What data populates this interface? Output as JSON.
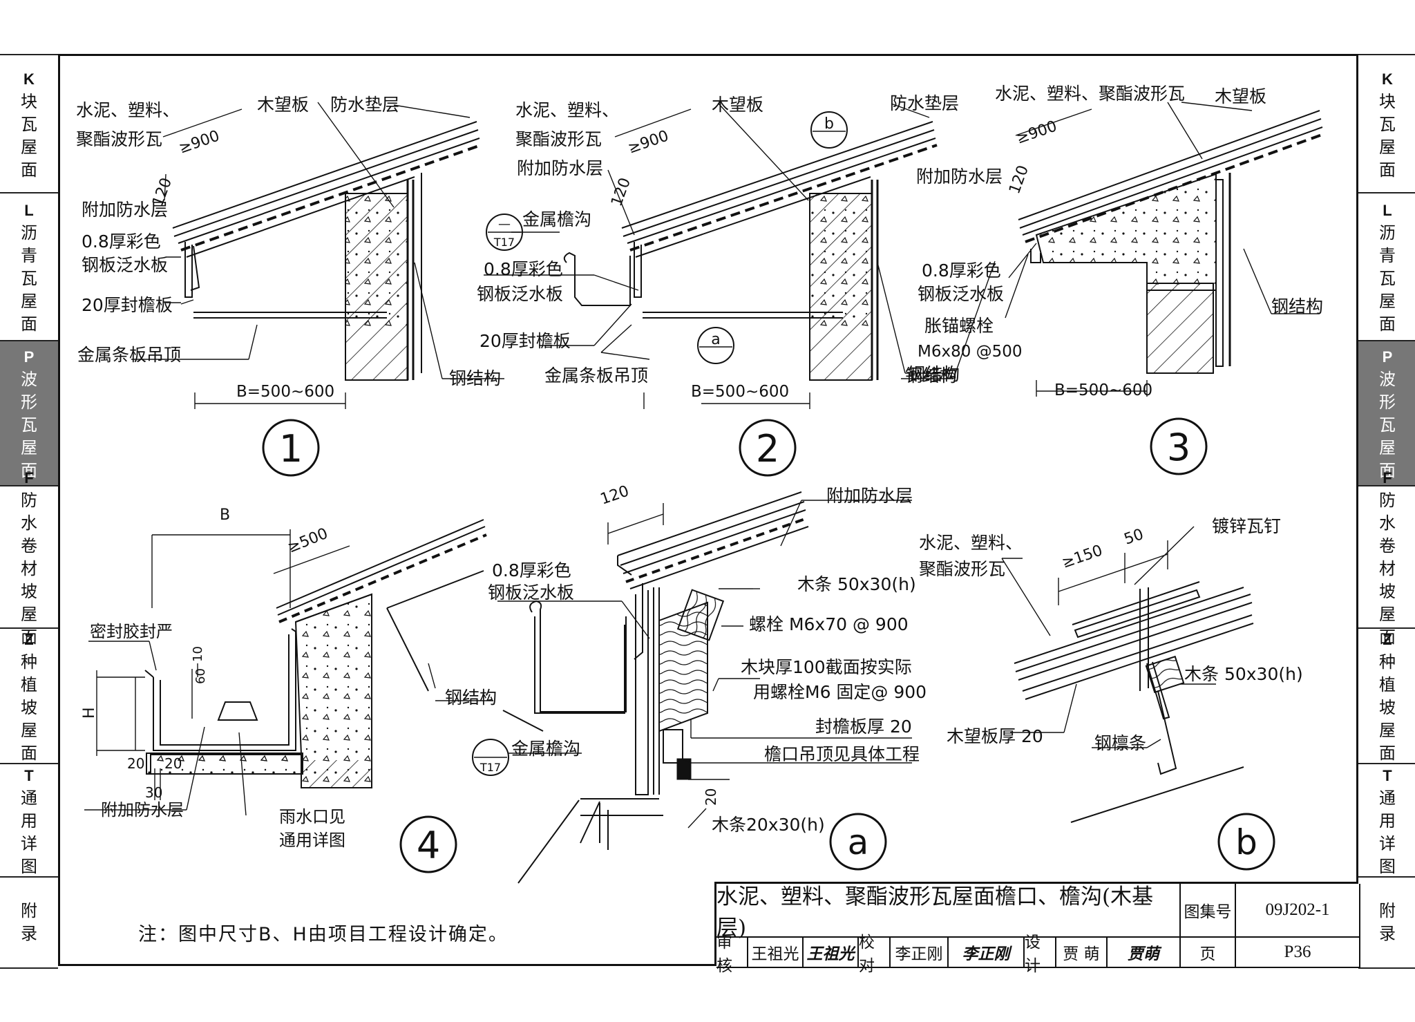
{
  "nav": [
    {
      "code": "K",
      "label": "块瓦屋面"
    },
    {
      "code": "L",
      "label": "沥青瓦屋面"
    },
    {
      "code": "P",
      "label": "波形瓦屋面"
    },
    {
      "code": "F",
      "label": "防水卷材坡屋面"
    },
    {
      "code": "Z",
      "label": "种植坡屋面"
    },
    {
      "code": "T",
      "label": "通用详图"
    },
    {
      "code": "",
      "label": "附录"
    }
  ],
  "details": {
    "d1": {
      "number": "1",
      "tile": "水泥、塑料、",
      "tile2": "聚酯波形瓦",
      "board": "木望板",
      "underlay": "防水垫层",
      "dim_overlap": "≥900",
      "dim_120": "120",
      "extra_layer": "附加防水层",
      "flashing": "0.8厚彩色",
      "flashing2": "钢板泛水板",
      "fascia": "20厚封檐板",
      "ceiling": "金属条板吊顶",
      "steel": "钢结构",
      "dim_b": "B=500~600"
    },
    "d2": {
      "number": "2",
      "tile": "水泥、塑料、",
      "tile2": "聚酯波形瓦",
      "board": "木望板",
      "underlay": "防水垫层",
      "dim_overlap": "≥900",
      "dim_120": "120",
      "extra_layer": "附加防水层",
      "gutter": "金属檐沟",
      "flashing": "0.8厚彩色",
      "flashing2": "钢板泛水板",
      "fascia": "20厚封檐板",
      "ceiling": "金属条板吊顶",
      "steel": "钢结构",
      "dim_b": "B=500~600",
      "ref_a": "a",
      "ref_b": "b",
      "ref_dash": "—",
      "ref_t17": "T17"
    },
    "d3": {
      "number": "3",
      "tile": "水泥、塑料、聚酯波形瓦",
      "board": "木望板",
      "dim_overlap": "≥900",
      "dim_120": "120",
      "extra_layer": "附加防水层",
      "flashing": "0.8厚彩色",
      "flashing2": "钢板泛水板",
      "bolt": "胀锚螺栓",
      "bolt_spec": "M6x80 @500",
      "steel": "钢结构",
      "dim_b": "B=500~600"
    },
    "d4": {
      "number": "4",
      "dim_b": "B",
      "dim_500": "≥500",
      "sealant": "密封胶封严",
      "dim_60": "60",
      "dim_10": "10",
      "dim_h": "H",
      "dim_20a": "20",
      "dim_20b": "20",
      "dim_30": "30",
      "extra_layer": "附加防水层",
      "outlet": "雨水口见",
      "outlet2": "通用详图",
      "steel": "钢结构"
    },
    "da": {
      "number": "a",
      "dim_120": "120",
      "extra_layer": "附加防水层",
      "flashing": "0.8厚彩色",
      "flashing2": "钢板泛水板",
      "batten": "木条 50x30(h)",
      "bolt": "螺栓 M6x70 @ 900",
      "block": "木块厚100截面按实际",
      "block2": "用螺栓M6 固定@ 900",
      "fascia": "封檐板厚 20",
      "ceiling": "檐口吊顶见具体工程",
      "dim_20": "20",
      "batten2": "木条20x30(h)",
      "gutter": "金属檐沟",
      "ref_t17": "T17"
    },
    "db": {
      "number": "b",
      "nail": "镀锌瓦钉",
      "dim_150": "≥150",
      "dim_50": "50",
      "tile": "水泥、塑料、",
      "tile2": "聚酯波形瓦",
      "batten": "木条 50x30(h)",
      "board": "木望板厚 20",
      "purlin": "钢檩条"
    }
  },
  "note": "注：图中尺寸B、H由项目工程设计确定。",
  "titleblock": {
    "title": "水泥、塑料、聚酯波形瓦屋面檐口、檐沟(木基层)",
    "atlas_label": "图集号",
    "atlas_no": "09J202-1",
    "review_label": "审核",
    "review_name": "王祖光",
    "review_sig": "王祖光",
    "check_label": "校对",
    "check_name": "李正刚",
    "check_sig": "李正刚",
    "design_label": "设计",
    "design_name": "贾 萌",
    "design_sig": "贾萌",
    "page_label": "页",
    "page_no": "P36"
  },
  "colors": {
    "ink": "#111111",
    "nav_active": "#777777"
  }
}
